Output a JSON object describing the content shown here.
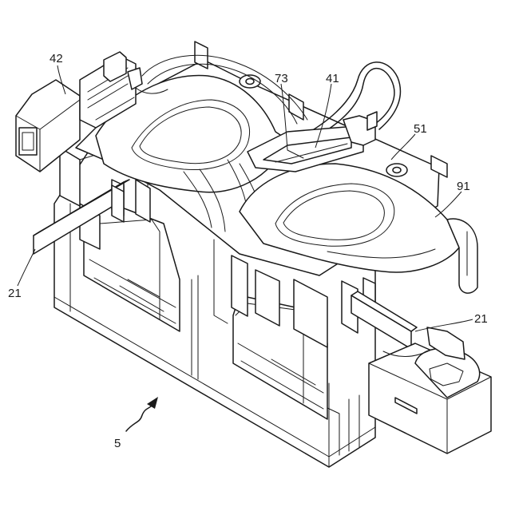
{
  "labels": {
    "l42": "42",
    "l73": "73",
    "l41": "41",
    "l51": "51",
    "l91": "91",
    "l21_left": "21",
    "l21_right": "21",
    "l5": "5"
  }
}
